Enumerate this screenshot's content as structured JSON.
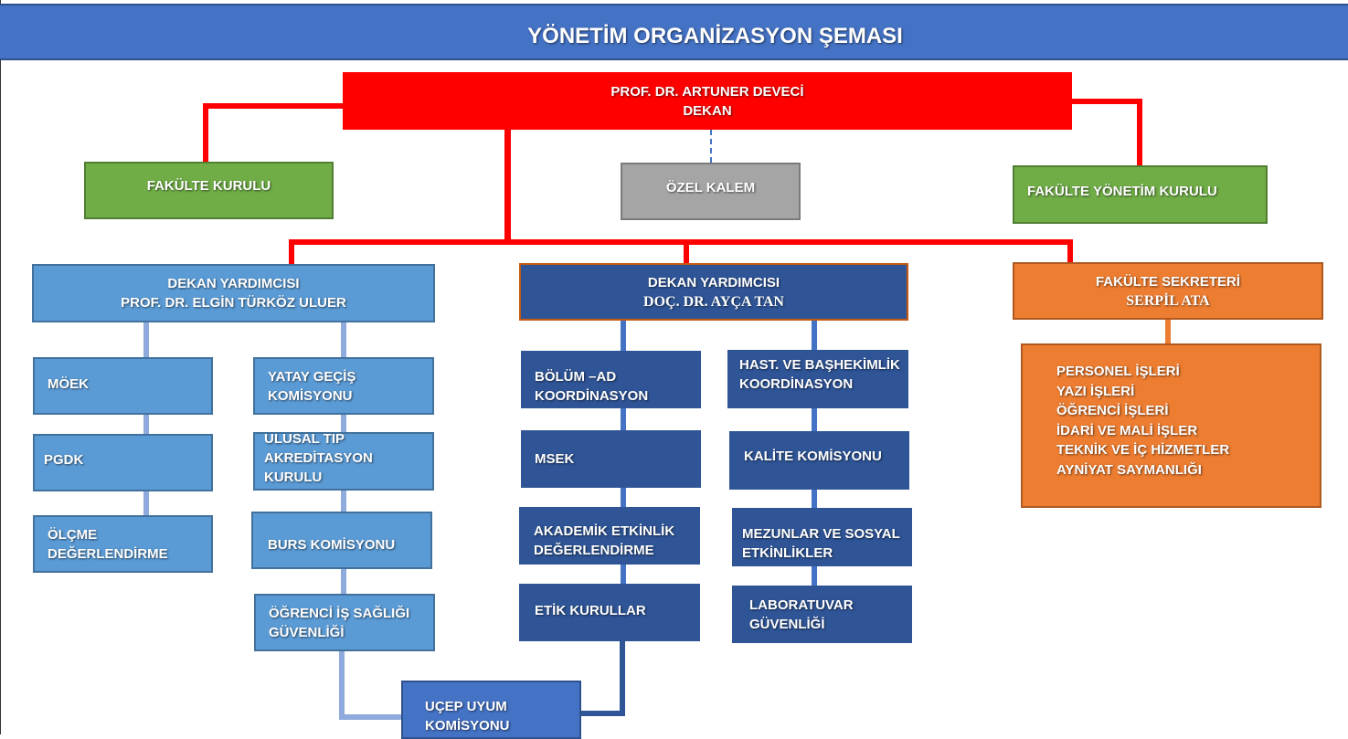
{
  "header": {
    "title": "YÖNETİM ORGANİZASYON ŞEMASI"
  },
  "dean": {
    "name": "PROF. DR. ARTUNER DEVECİ",
    "title": "DEKAN"
  },
  "faculty_board": {
    "label": "FAKÜLTE KURULU"
  },
  "private_office": {
    "label": "ÖZEL KALEM"
  },
  "faculty_exec_board": {
    "label": "FAKÜLTE YÖNETİM KURULU"
  },
  "vice_dean_1": {
    "title": "DEKAN YARDIMCISI",
    "name": "PROF. DR. ELGİN TÜRKÖZ ULUER",
    "left_column": [
      "MÖEK",
      "PGDK",
      "ÖLÇME DEĞERLENDİRME"
    ],
    "right_column": [
      "YATAY GEÇİŞ KOMİSYONU",
      "ULUSAL TIP AKREDİTASYON KURULU",
      "BURS KOMİSYONU",
      "ÖĞRENCİ İŞ SAĞLIĞI GÜVENLİĞİ"
    ]
  },
  "vice_dean_2": {
    "title": "DEKAN YARDIMCISI",
    "name": "DOÇ. DR. AYÇA TAN",
    "left_column": [
      "BÖLÜM –AD KOORDİNASYON",
      "MSEK",
      "AKADEMİK ETKİNLİK DEĞERLENDİRME",
      "ETİK KURULLAR"
    ],
    "right_column": [
      "HAST. VE BAŞHEKİMLİK KOORDİNASYON",
      "KALİTE KOMİSYONU",
      "MEZUNLAR VE SOSYAL ETKİNLİKLER",
      "LABORATUVAR GÜVENLİĞİ"
    ]
  },
  "shared_committee": {
    "label": "UÇEP UYUM KOMİSYONU"
  },
  "secretary": {
    "title": "FAKÜLTE SEKRETERİ",
    "name": "SERPİL ATA",
    "units": [
      "PERSONEL İŞLERİ",
      "YAZI İŞLERİ",
      "ÖĞRENCİ İŞLERİ",
      "İDARİ VE MALİ İŞLER",
      "TEKNİK VE İÇ HİZMETLER",
      "AYNİYAT SAYMANLIĞI"
    ]
  },
  "colors": {
    "header": "#4472c4",
    "dean": "#ff0000",
    "board": "#70ad47",
    "office": "#a5a5a5",
    "vice_dean_1": "#5b9bd5",
    "vice_dean_2": "#2f5597",
    "secretary": "#ed7d31",
    "connector_main": "#ff0000"
  }
}
